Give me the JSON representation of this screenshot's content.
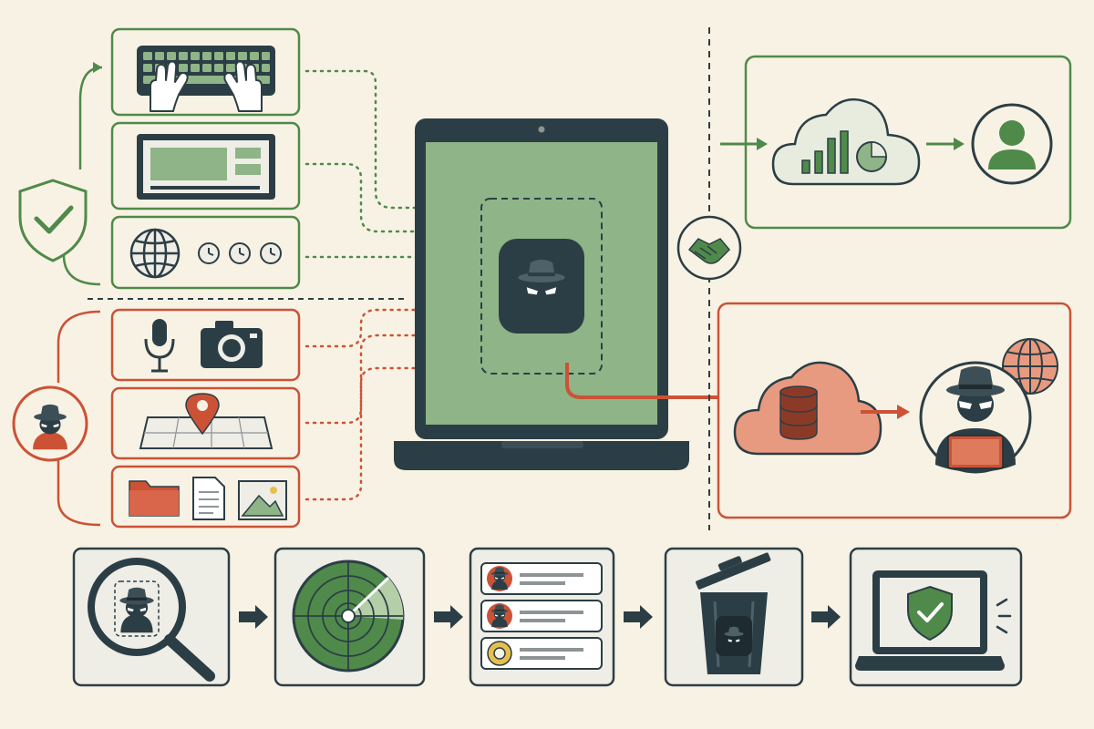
{
  "colors": {
    "background": "#f8f2e4",
    "legitimate": "#4f8a4a",
    "malicious": "#cc5236",
    "dark": "#2c3e45",
    "screen": "#8fb487",
    "cloud_safe": "#e7ecdf",
    "cloud_bad": "#e89a80",
    "card_bg": "#eeede6",
    "caution": "#e6c04c"
  },
  "permissions": {
    "legitimate": [
      {
        "name": "keyboard-input",
        "icons": [
          "keyboard-icon",
          "hands-icon"
        ]
      },
      {
        "name": "screen-access",
        "icons": [
          "monitor-window-icon"
        ]
      },
      {
        "name": "network-and-time",
        "icons": [
          "globe-icon",
          "clock-icon",
          "clock-icon",
          "clock-icon"
        ]
      }
    ],
    "malicious": [
      {
        "name": "microphone-and-camera",
        "icons": [
          "microphone-icon",
          "camera-icon"
        ]
      },
      {
        "name": "location",
        "icons": [
          "map-icon",
          "location-pin-icon"
        ]
      },
      {
        "name": "files",
        "icons": [
          "folder-icon",
          "document-icon",
          "image-icon"
        ]
      }
    ]
  },
  "badges": {
    "legitimate": "shield-check-icon",
    "malicious": "spy-icon"
  },
  "device": {
    "type": "laptop",
    "app_icon": "spy-icon"
  },
  "outcomes": {
    "legitimate": {
      "flow": [
        "cloud-analytics-icon",
        "user-icon"
      ]
    },
    "malicious": {
      "flow": [
        "cloud-database-icon",
        "hacker-icon",
        "globe-icon"
      ]
    },
    "divider_icon": "handshake-icon"
  },
  "process_steps": [
    {
      "name": "scan",
      "icon": "magnifier-spy-icon"
    },
    {
      "name": "detect",
      "icon": "radar-icon"
    },
    {
      "name": "review",
      "icon": "threat-list-icon"
    },
    {
      "name": "remove",
      "icon": "trash-icon"
    },
    {
      "name": "protected",
      "icon": "laptop-shield-icon"
    }
  ]
}
